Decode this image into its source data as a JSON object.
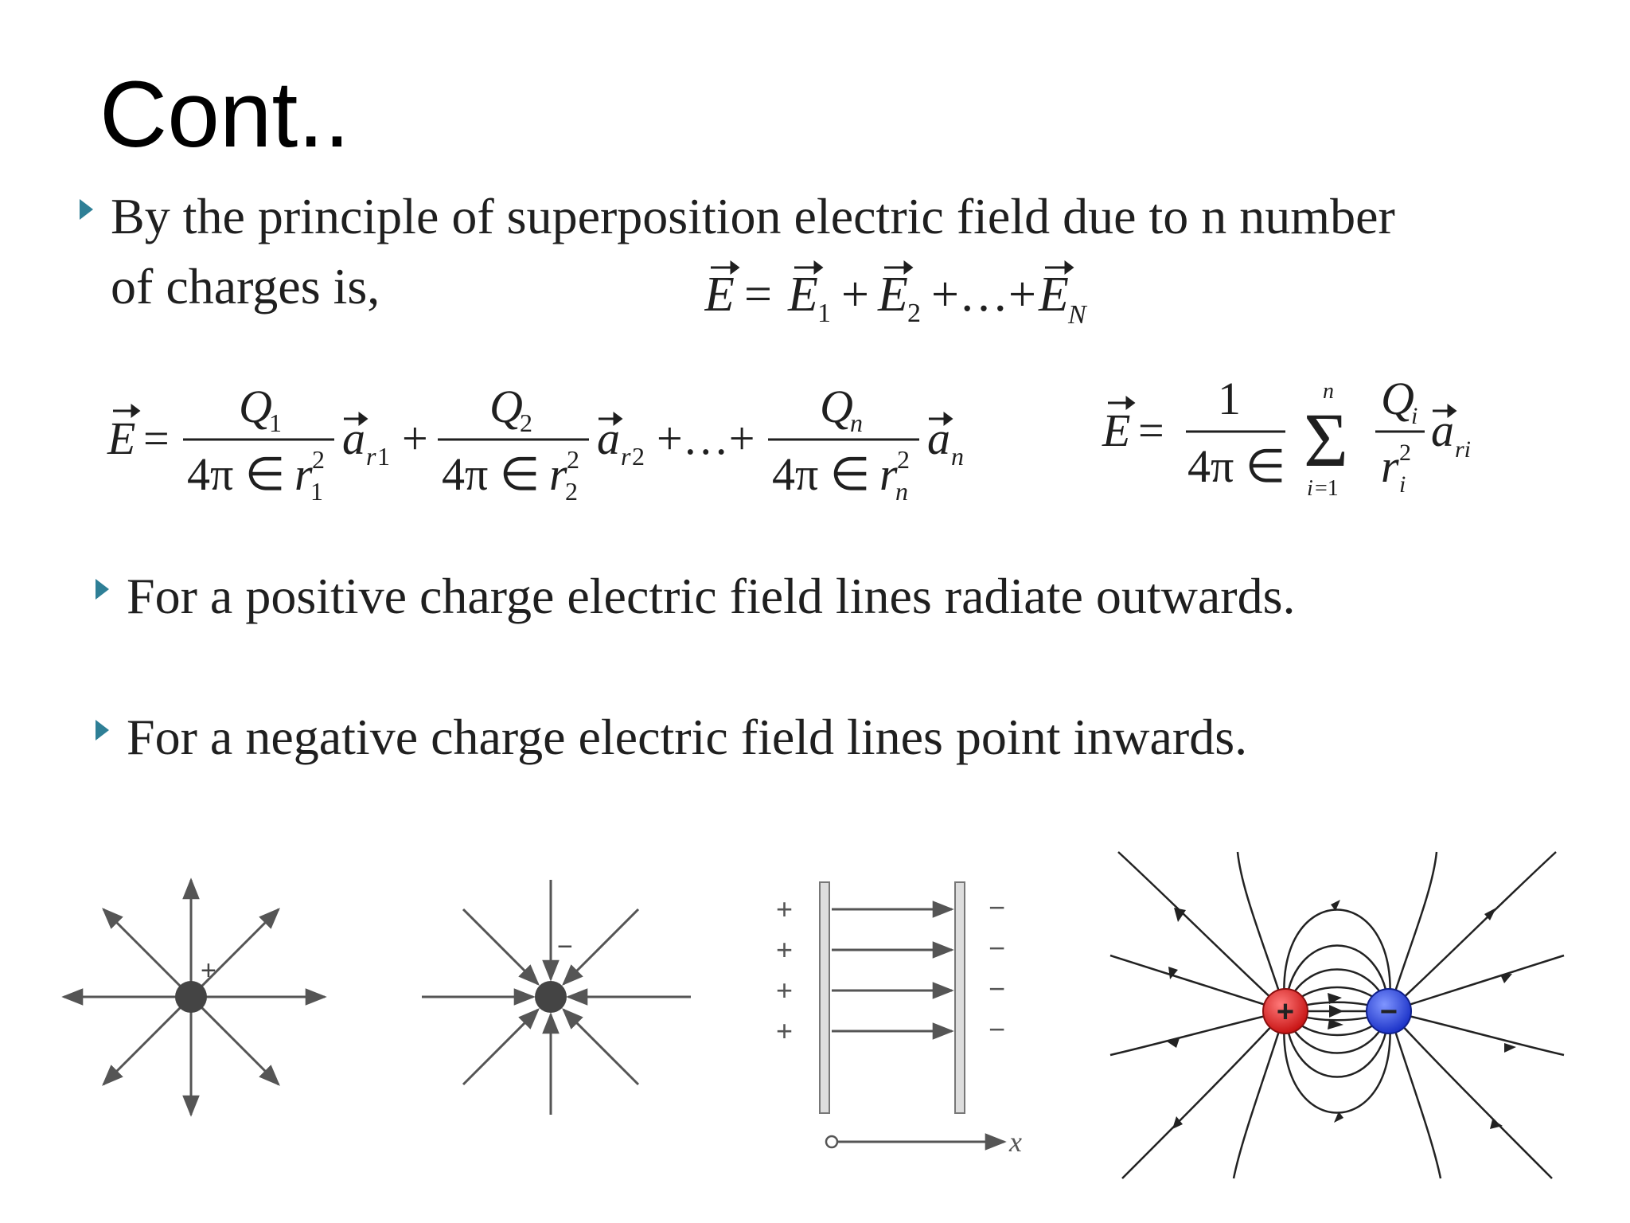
{
  "slide": {
    "title": "Cont..",
    "bullets": [
      "By the principle of superposition electric field due to n number of charges is,",
      "For a positive charge electric field lines radiate outwards.",
      "For a negative charge electric field lines point inwards."
    ]
  },
  "equations": {
    "superposition": "E = E₁ + E₂ + ... + E_N",
    "expanded": "E = Q₁/(4π∈r₁²) a_r1 + Q₂/(4π∈r₂²) a_r2 + ... + Qₙ/(4π∈rₙ²) aₙ",
    "summation": "E = 1/(4π∈) Σ_{i=1}^{n} Qᵢ/rᵢ² a_ri"
  },
  "figures": {
    "positive_charge_label": "+",
    "negative_charge_label": "−",
    "plate_positive_signs": [
      "+",
      "+",
      "+",
      "+"
    ],
    "plate_negative_signs": [
      "−",
      "−",
      "−",
      "−"
    ],
    "axis_label": "x",
    "dipole_positive_label": "+",
    "dipole_negative_label": "−",
    "colors": {
      "positive": "#d92a2a",
      "negative": "#2f49d8",
      "charge_dot": "#444444",
      "lines": "#222222"
    }
  }
}
